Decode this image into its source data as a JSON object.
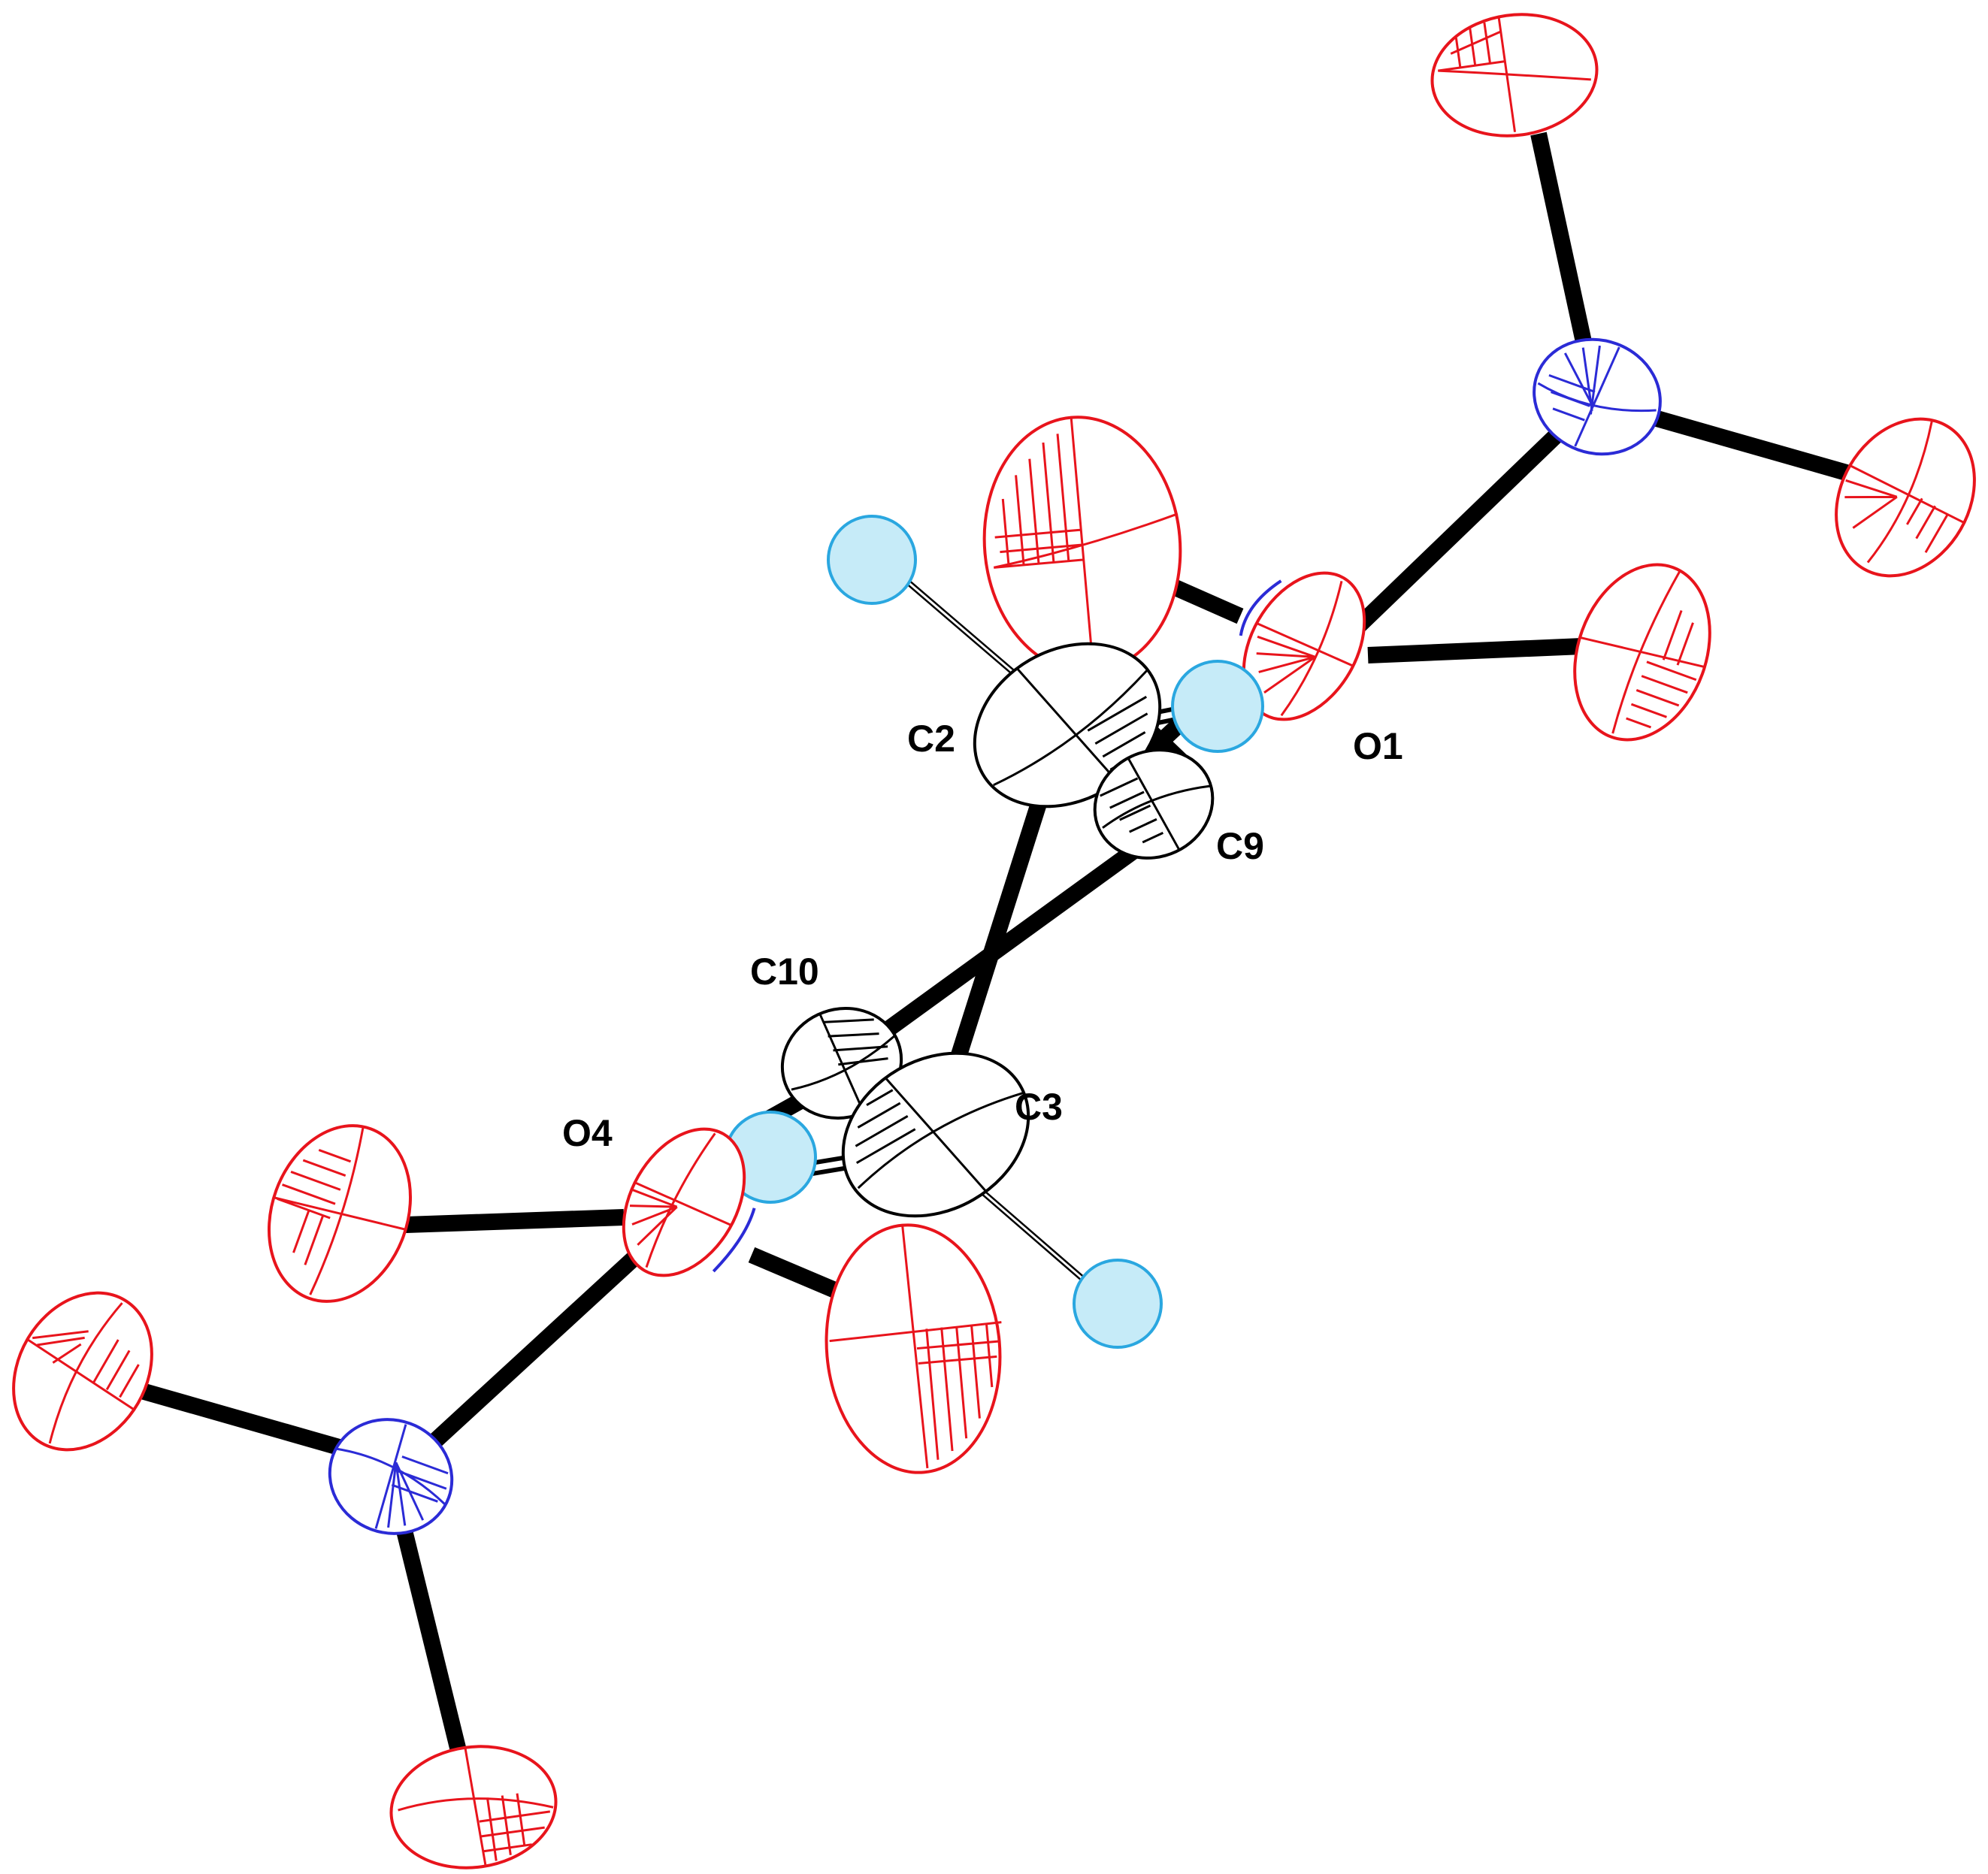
{
  "colors": {
    "oxygen": "#e8141c",
    "nitrogen": "#2b2bd6",
    "carbon": "#000000",
    "hydrogen": "#2aa7e0",
    "hydrogen_fill": "#c6ebf8",
    "bond": "#000000",
    "background": "#ffffff"
  },
  "labels": {
    "C2": "C2",
    "O1": "O1",
    "C9": "C9",
    "C10": "C10",
    "C3": "C3",
    "O4": "O4"
  }
}
